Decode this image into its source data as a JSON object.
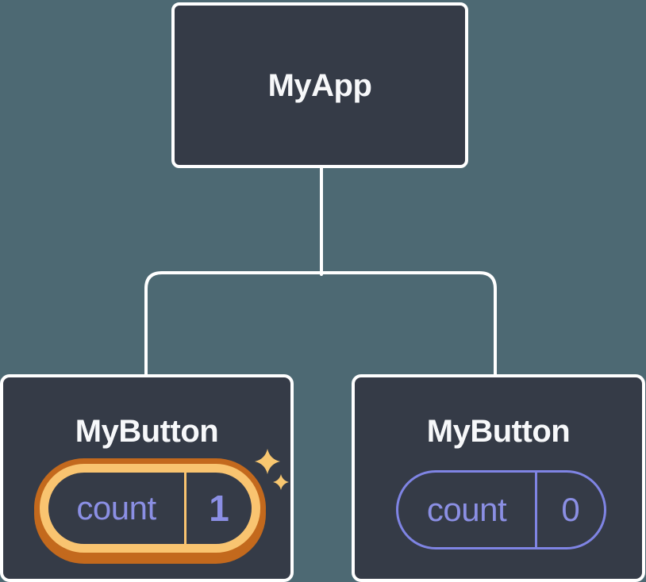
{
  "colors": {
    "background": "#4d6973",
    "node_fill": "#353b47",
    "node_border": "#ffffff",
    "connector": "#ffffff",
    "text_title": "#f7f8fa",
    "state_text": "#8b8fe4",
    "state_border": "#7f84e4",
    "highlight_light": "#f9c470",
    "highlight_dark": "#c3691d",
    "sparkle": "#f8c770"
  },
  "diagram": {
    "root": {
      "title": "MyApp"
    },
    "left_child": {
      "title": "MyButton",
      "state_label": "count",
      "state_value": "1",
      "highlighted": true
    },
    "right_child": {
      "title": "MyButton",
      "state_label": "count",
      "state_value": "0",
      "highlighted": false
    }
  }
}
